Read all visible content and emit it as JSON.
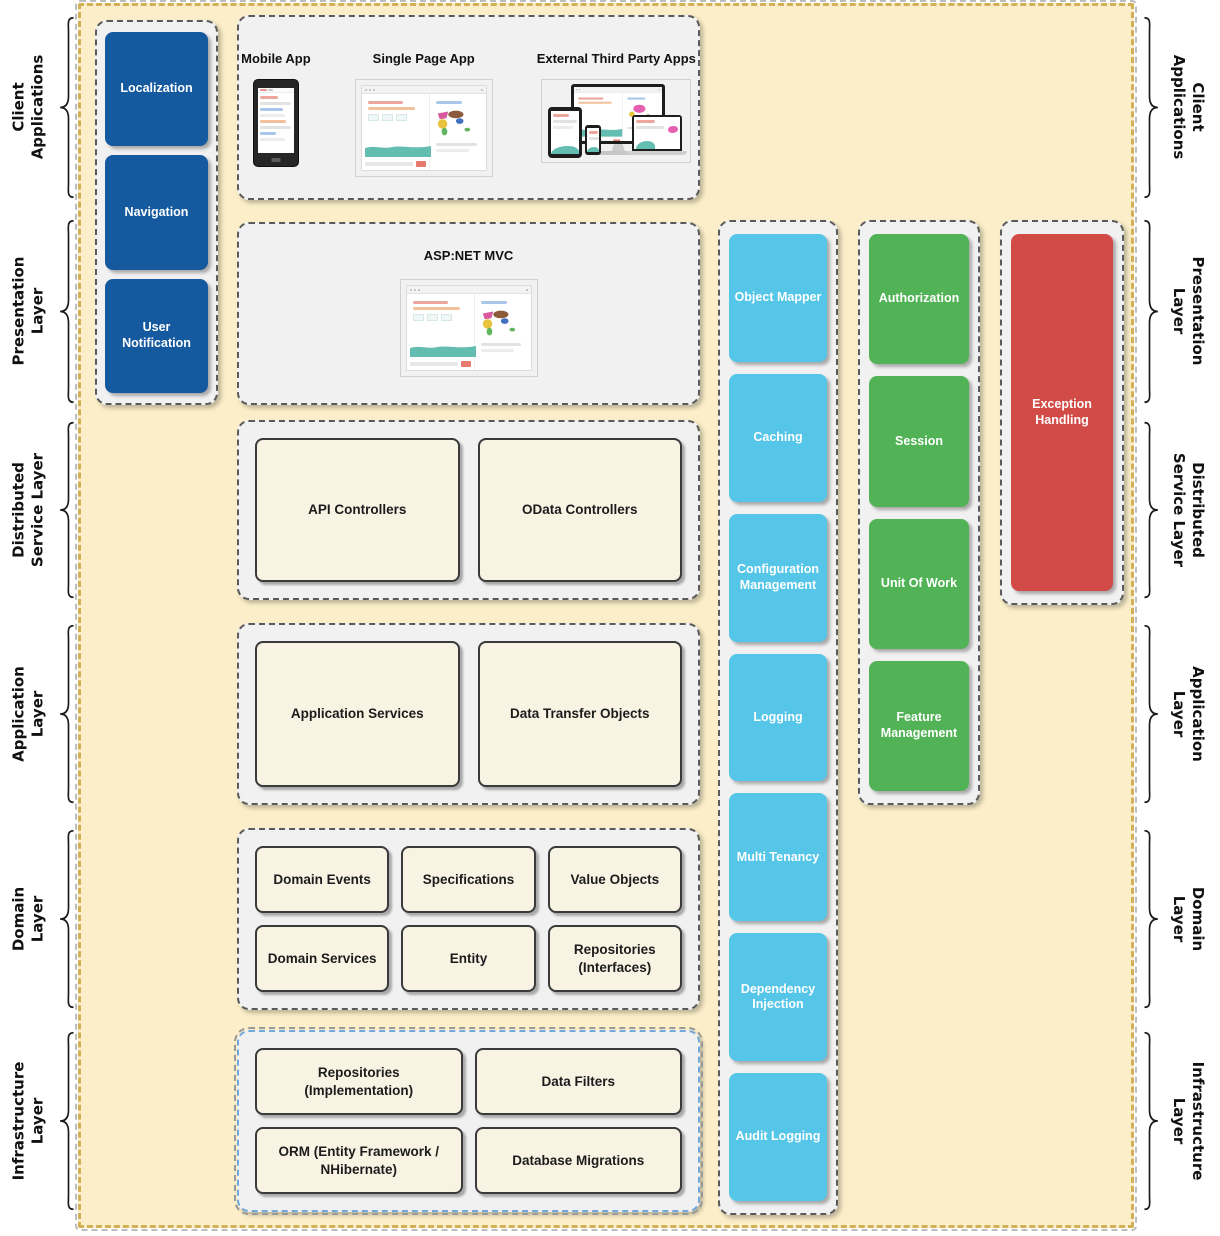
{
  "layers": [
    {
      "lines": [
        "Client",
        "Applications"
      ]
    },
    {
      "lines": [
        "Presentation",
        "Layer"
      ]
    },
    {
      "lines": [
        "Distributed",
        "Service Layer"
      ]
    },
    {
      "lines": [
        "Application",
        "Layer"
      ]
    },
    {
      "lines": [
        "Domain",
        "Layer"
      ]
    },
    {
      "lines": [
        "Infrastructure",
        "Layer"
      ]
    }
  ],
  "presentation_components": [
    "Localization",
    "Navigation",
    "User Notification"
  ],
  "client_apps": {
    "titles": [
      "Mobile App",
      "Single Page App",
      "External Third Party Apps"
    ]
  },
  "presentation": {
    "title": "ASP:NET MVC"
  },
  "distributed": [
    "API Controllers",
    "OData Controllers"
  ],
  "application": [
    "Application Services",
    "Data Transfer Objects"
  ],
  "domain": [
    "Domain Events",
    "Specifications",
    "Value Objects",
    "Domain Services",
    "Entity",
    "Repositories (Interfaces)"
  ],
  "infrastructure": [
    "Repositories (Implementation)",
    "Data Filters",
    "ORM (Entity Framework / NHibernate)",
    "Database Migrations"
  ],
  "cross_cutting_blue": [
    "Object Mapper",
    "Caching",
    "Configuration Management",
    "Logging",
    "Multi Tenancy",
    "Dependency Injection",
    "Audit Logging"
  ],
  "cross_cutting_green": [
    "Authorization",
    "Session",
    "Unit Of Work",
    "Feature Management"
  ],
  "cross_cutting_red": [
    "Exception Handling"
  ],
  "colors": {
    "c-blue": "#15599F",
    "c-cyan": "#55C6E8",
    "c-green": "#52B356",
    "c-red": "#D24B47",
    "c-beige": "#FBEEC8",
    "c-gold": "#D2B055",
    "c-panel": "#F1F1F1",
    "c-boxbeige": "#F8F3E3",
    "c-infra": "#6FA8DC"
  }
}
